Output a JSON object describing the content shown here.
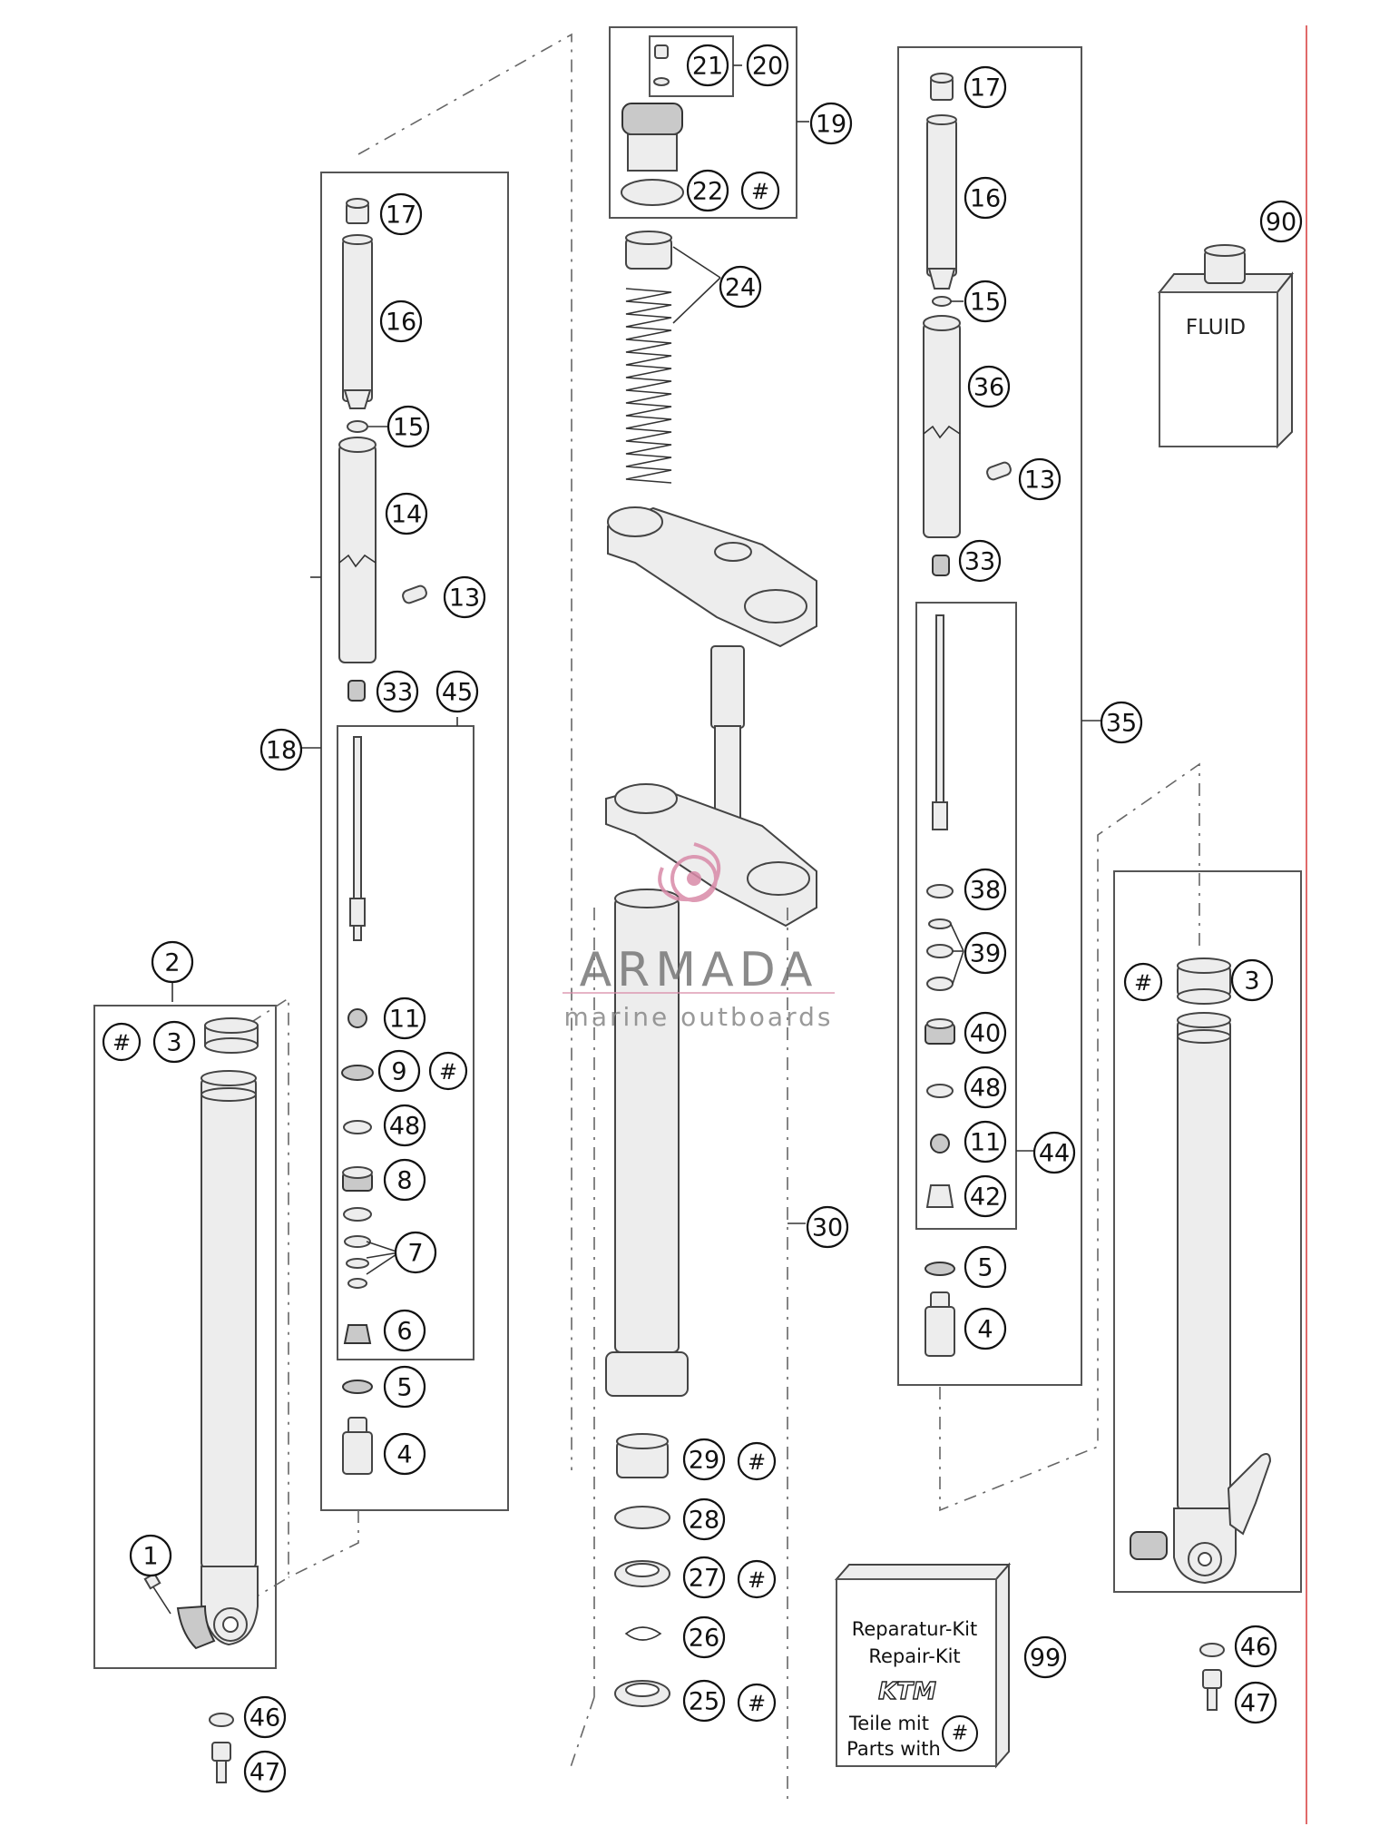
{
  "labels": [
    {
      "id": "l2",
      "text": "2"
    },
    {
      "id": "l3a",
      "text": "3"
    },
    {
      "id": "h3a",
      "text": "#"
    },
    {
      "id": "l1",
      "text": "1"
    },
    {
      "id": "l46a",
      "text": "46"
    },
    {
      "id": "l47a",
      "text": "47"
    },
    {
      "id": "l17a",
      "text": "17"
    },
    {
      "id": "l16a",
      "text": "16"
    },
    {
      "id": "l15a",
      "text": "15"
    },
    {
      "id": "l14",
      "text": "14"
    },
    {
      "id": "l13a",
      "text": "13"
    },
    {
      "id": "l33a",
      "text": "33"
    },
    {
      "id": "l45",
      "text": "45"
    },
    {
      "id": "l18",
      "text": "18"
    },
    {
      "id": "l11a",
      "text": "11"
    },
    {
      "id": "l9",
      "text": "9"
    },
    {
      "id": "h9",
      "text": "#"
    },
    {
      "id": "l48a",
      "text": "48"
    },
    {
      "id": "l8",
      "text": "8"
    },
    {
      "id": "l7",
      "text": "7"
    },
    {
      "id": "l6",
      "text": "6"
    },
    {
      "id": "l5a",
      "text": "5"
    },
    {
      "id": "l4a",
      "text": "4"
    },
    {
      "id": "l21",
      "text": "21"
    },
    {
      "id": "l20",
      "text": "20"
    },
    {
      "id": "l19",
      "text": "19"
    },
    {
      "id": "l22",
      "text": "22"
    },
    {
      "id": "h22",
      "text": "#"
    },
    {
      "id": "l24",
      "text": "24"
    },
    {
      "id": "l30",
      "text": "30"
    },
    {
      "id": "l29",
      "text": "29"
    },
    {
      "id": "h29",
      "text": "#"
    },
    {
      "id": "l28",
      "text": "28"
    },
    {
      "id": "l27",
      "text": "27"
    },
    {
      "id": "h27",
      "text": "#"
    },
    {
      "id": "l26",
      "text": "26"
    },
    {
      "id": "l25",
      "text": "25"
    },
    {
      "id": "h25",
      "text": "#"
    },
    {
      "id": "l17b",
      "text": "17"
    },
    {
      "id": "l16b",
      "text": "16"
    },
    {
      "id": "l15b",
      "text": "15"
    },
    {
      "id": "l36",
      "text": "36"
    },
    {
      "id": "l13b",
      "text": "13"
    },
    {
      "id": "l33b",
      "text": "33"
    },
    {
      "id": "l35",
      "text": "35"
    },
    {
      "id": "l38",
      "text": "38"
    },
    {
      "id": "l39",
      "text": "39"
    },
    {
      "id": "l40",
      "text": "40"
    },
    {
      "id": "l48b",
      "text": "48"
    },
    {
      "id": "l11b",
      "text": "11"
    },
    {
      "id": "l44",
      "text": "44"
    },
    {
      "id": "l42",
      "text": "42"
    },
    {
      "id": "l5b",
      "text": "5"
    },
    {
      "id": "l4b",
      "text": "4"
    },
    {
      "id": "l90",
      "text": "90"
    },
    {
      "id": "l3b",
      "text": "3"
    },
    {
      "id": "h3b",
      "text": "#"
    },
    {
      "id": "l46b",
      "text": "46"
    },
    {
      "id": "l47b",
      "text": "47"
    },
    {
      "id": "l99",
      "text": "99"
    }
  ],
  "fluid_label": "FLUID",
  "kit": {
    "line1": "Reparatur-Kit",
    "line2": "Repair-Kit",
    "brand": "KTM",
    "line3": "Teile mit",
    "line4": "Parts with",
    "hash": "#"
  },
  "watermark": {
    "title": "ARMADA",
    "subtitle": "marine outboards",
    "accent_color": "#d98aa8"
  },
  "colors": {
    "line": "#444444",
    "part_fill": "#ededed",
    "border_red": "#e06a6a"
  }
}
